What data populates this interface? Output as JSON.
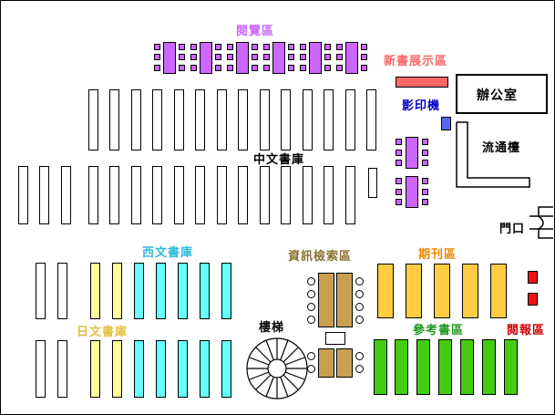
{
  "labels": {
    "reading_area": "閱覽區",
    "new_books": "新書展示區",
    "office": "辦公室",
    "photocopier": "影印機",
    "circulation": "流通檯",
    "chinese_books": "中文書庫",
    "entrance": "門口",
    "western_books": "西文書庫",
    "info_retrieval": "資訊檢索區",
    "periodicals": "期刊區",
    "japanese_books": "日文書庫",
    "stairs": "樓梯",
    "reference": "參考書區",
    "newspapers": "閱報區"
  },
  "colors": {
    "reading": "#cc66ff",
    "new_books": "#ff6666",
    "photocopier": "#5566ee",
    "photocopier_text": "#0000cc",
    "western": "#66ffff",
    "western_text": "#33bbdd",
    "japanese": "#ffff99",
    "japanese_text": "#e0c040",
    "info": "#c8a050",
    "info_text": "#8a7030",
    "periodicals": "#ffcc44",
    "periodicals_text": "#ee8800",
    "reference": "#44cc11",
    "reference_text": "#229922",
    "newspapers": "#ee1111",
    "newspapers_text": "#cc0000",
    "stroke": "#000000"
  }
}
